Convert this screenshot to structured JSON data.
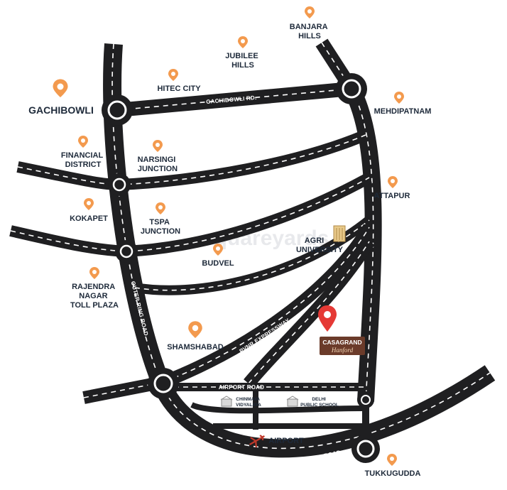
{
  "places": {
    "banjara_hills": [
      "BANJARA",
      "HILLS"
    ],
    "jubilee_hills": [
      "JUBILEE",
      "HILLS"
    ],
    "hitec_city": "HITEC CITY",
    "gachibowli": "GACHIBOWLI",
    "mehdipatnam": "MEHDIPATNAM",
    "financial_district": [
      "FINANCIAL",
      "DISTRICT"
    ],
    "narsingi_junction": [
      "NARSINGI",
      "JUNCTION"
    ],
    "attapur": "ATTAPUR",
    "kokapet": "KOKAPET",
    "tspa_junction": [
      "TSPA",
      "JUNCTION"
    ],
    "agri_university": [
      "AGRI",
      "UNIVERSITY"
    ],
    "budvel": "BUDVEL",
    "rajendra_nagar": [
      "RAJENDRA",
      "NAGAR",
      "TOLL PLAZA"
    ],
    "shamshabad": "SHAMSHABAD",
    "chinmaya_vidyalaya": [
      "CHINMAYA",
      "VIDYALAYA"
    ],
    "delhi_public_school": [
      "DELHI",
      "PUBLIC SCHOOL"
    ],
    "airport": "AIRPORT",
    "tukkugudda": "TUKKUGUDDA"
  },
  "project": {
    "name_line1": "CASAGRAND",
    "name_line2": "Hanford",
    "pin_color": "#e53935",
    "badge_color": "#6b3b2a"
  },
  "roads": {
    "gachibowli_rd": "GACHIBOWLI RD.",
    "outer_ring_road_vertical": "OUTER RING ROAD",
    "outer_ring_road_bottom": "OUTER RING ROAD",
    "pvnr_expressway": "PVNR EXPRESSWAY",
    "airport_road_diagonal": "AIRPORT ROAD",
    "airport_road_horizontal": "AIRPORT ROAD"
  },
  "watermark": "squareyards",
  "colors": {
    "road": "#1f1f21",
    "landmark_pin": "#f39a4e",
    "label": "#1e2a3a"
  }
}
